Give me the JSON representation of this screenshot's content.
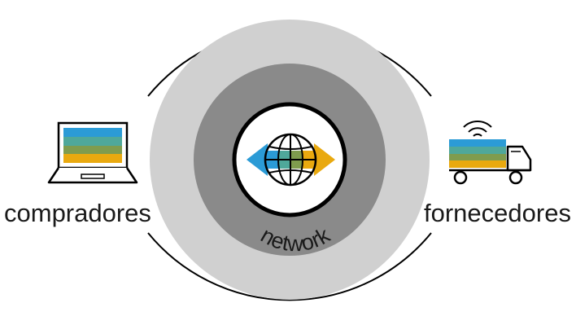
{
  "diagram": {
    "buyers_label": "compradores",
    "suppliers_label": "fornecedores",
    "center_label": "network"
  },
  "icons": {
    "laptop": "laptop-icon",
    "globe": "globe-icon",
    "truck": "truck-icon",
    "wifi": "wifi-signal-icon"
  },
  "colors": {
    "stripe_blue": "#2b9bd6",
    "stripe_teal": "#4fa89a",
    "stripe_green": "#7f9c4e",
    "stripe_gold": "#e9a90f",
    "outer_ring": "#d0d0d0",
    "inner_ring": "#8a8a8a",
    "line": "#000000"
  }
}
